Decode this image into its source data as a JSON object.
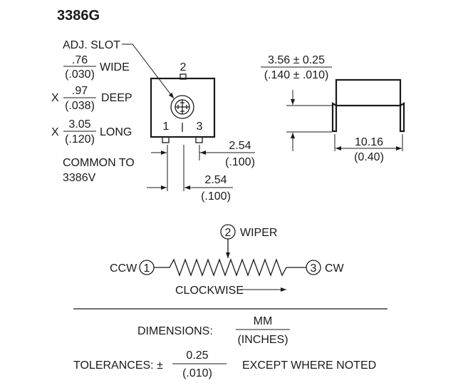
{
  "title": "3386G",
  "top_view": {
    "adj_slot_label": "ADJ. SLOT",
    "pin_2": "2",
    "pin_1": "1",
    "pin_3": "3",
    "wide": {
      "mm": ".76",
      "inch": "(.030)",
      "label": "WIDE"
    },
    "deep": {
      "prefix": "X",
      "mm": ".97",
      "inch": "(.038)",
      "label": "DEEP"
    },
    "long": {
      "prefix": "X",
      "mm": "3.05",
      "inch": "(.120)",
      "label": "LONG"
    },
    "common_to": [
      "COMMON TO",
      "3386V"
    ],
    "pin_pitch_right": {
      "mm": "2.54",
      "inch": "(.100)"
    },
    "pin_pitch_bottom": {
      "mm": "2.54",
      "inch": "(.100)"
    }
  },
  "side_view": {
    "height": {
      "mm": "3.56 ± 0.25",
      "inch": "(.140 ± .010)"
    },
    "width": {
      "mm": "10.16",
      "inch": "(0.40)"
    }
  },
  "schematic": {
    "wiper_num": "2",
    "wiper_label": "WIPER",
    "ccw_num": "1",
    "ccw_label": "CCW",
    "cw_num": "3",
    "cw_label": "CW",
    "clockwise_label": "CLOCKWISE"
  },
  "footer": {
    "dimensions_label": "DIMENSIONS:",
    "dimensions_num": "MM",
    "dimensions_den": "(INCHES)",
    "tolerances_label": "TOLERANCES: ±",
    "tolerances_num": "0.25",
    "tolerances_den": "(.010)",
    "except_label": "EXCEPT WHERE NOTED"
  }
}
